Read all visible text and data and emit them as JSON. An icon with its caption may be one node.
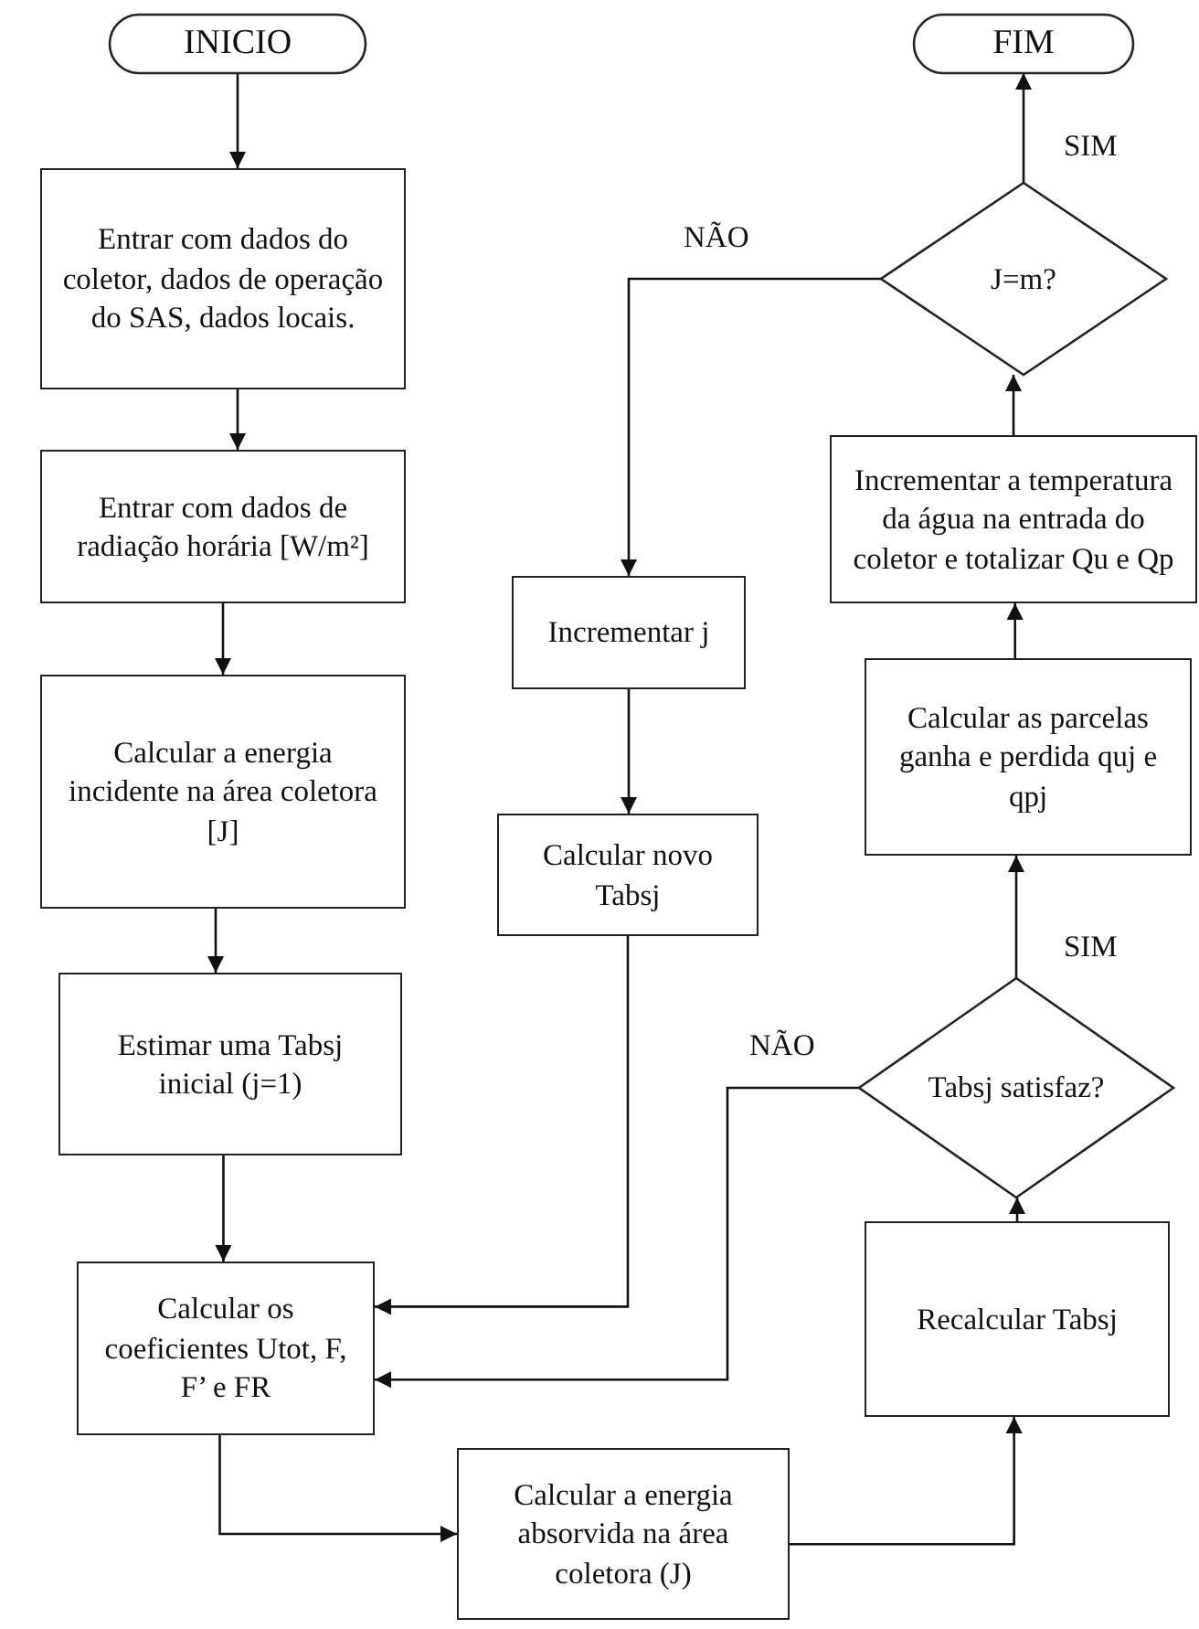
{
  "diagram": {
    "nodes": [
      {
        "text": [
          "INICIO"
        ]
      },
      {
        "text": [
          "Entrar com dados do coletor, dados de operação do SAS, dados locais."
        ]
      },
      {
        "text": [
          "Entrar com dados de radiação horária [W/m²]"
        ]
      },
      {
        "text": [
          "Calcular a energia incidente na área coletora [J]"
        ]
      },
      {
        "text": [
          "Estimar uma Tabsj inicial (j=1)"
        ]
      },
      {
        "text": [
          "Calcular os coeficientes Utot, F, F’ e FR"
        ]
      },
      {
        "text": [
          "Calcular a energia absorvida na área coletora (J)"
        ]
      },
      {
        "text": [
          "Recalcular Tabsj"
        ]
      },
      {
        "text": [
          "Tabsj satisfaz?"
        ]
      },
      {
        "text": [
          "Calcular as parcelas ganha e perdida quj e qpj"
        ]
      },
      {
        "text": [
          "Incrementar a temperatura da água na entrada do coletor e totalizar Qu e Qp"
        ]
      },
      {
        "text": [
          "J=m?"
        ]
      },
      {
        "text": [
          "FIM"
        ]
      },
      {
        "text": [
          "Incrementar j"
        ]
      },
      {
        "text": [
          "Calcular novo Tabsj"
        ]
      }
    ],
    "edges": [
      {
        "from": 0,
        "to": 1,
        "arrow": "to"
      },
      {
        "from": 1,
        "to": 2,
        "arrow": "to"
      },
      {
        "from": 2,
        "to": 3,
        "arrow": "to"
      },
      {
        "from": 3,
        "to": 4,
        "arrow": "to"
      },
      {
        "from": 4,
        "to": 5,
        "arrow": "to"
      },
      {
        "from": 14,
        "to": 5,
        "arrow": "to"
      },
      {
        "from": 5,
        "to": 6,
        "arrow": "to"
      },
      {
        "from": 6,
        "to": 7,
        "arrow": "to"
      },
      {
        "from": 7,
        "to": 8,
        "arrow": "to"
      },
      {
        "from": 8,
        "to": 9,
        "arrow": "to",
        "label": "SIM"
      },
      {
        "from": 8,
        "to": 5,
        "arrow": "to",
        "label": "NÃO"
      },
      {
        "from": 9,
        "to": 10,
        "arrow": "to"
      },
      {
        "from": 10,
        "to": 11,
        "arrow": "to"
      },
      {
        "from": 11,
        "to": 12,
        "arrow": "to",
        "label": "SIM"
      },
      {
        "from": 11,
        "to": 13,
        "arrow": "to",
        "label": "NÃO"
      },
      {
        "from": 13,
        "to": 14,
        "arrow": "to"
      }
    ]
  }
}
